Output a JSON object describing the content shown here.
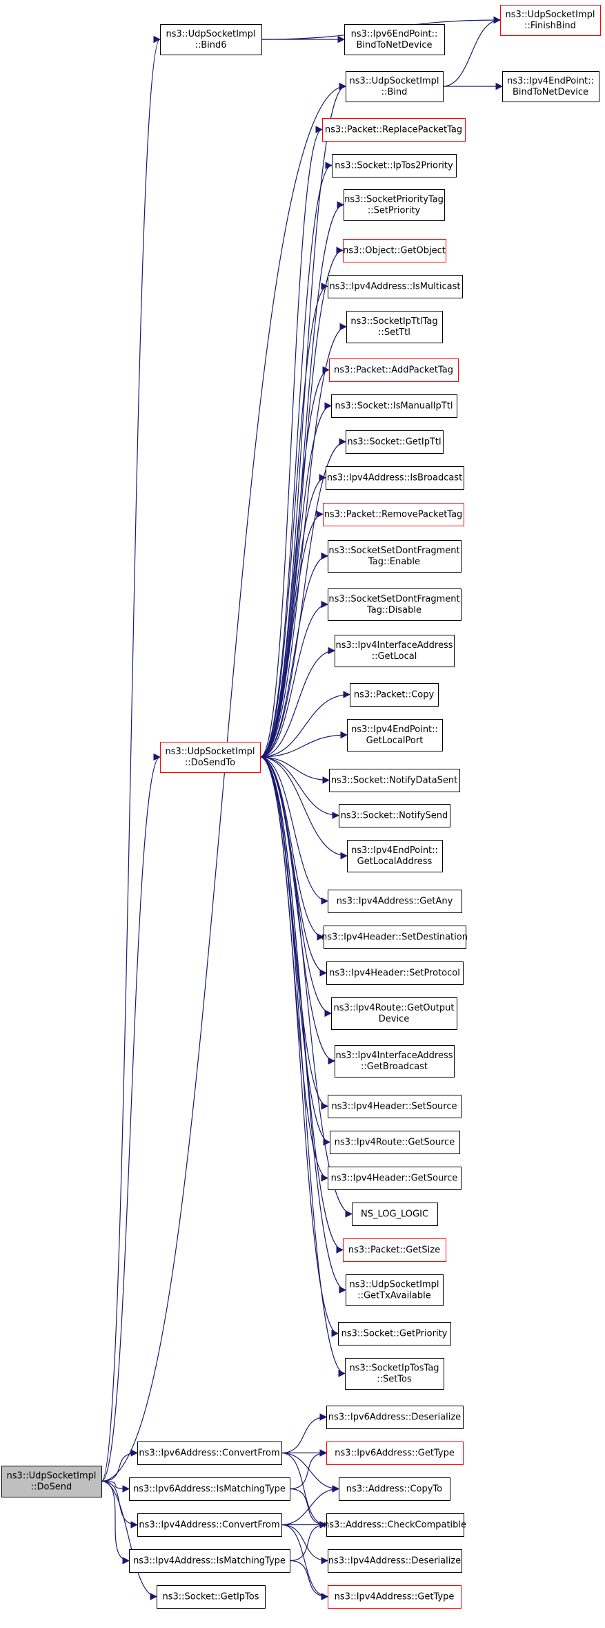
{
  "colors": {
    "edge": "#191970",
    "box_border_normal": "#000000",
    "box_border_truncated": "#ff0000",
    "root_fill": "#bfbfbf",
    "node_fill": "#ffffff"
  },
  "nodes": [
    {
      "id": "dosend",
      "lines": [
        "ns3::UdpSocketImpl",
        "::DoSend"
      ],
      "border": "black",
      "fill": "root"
    },
    {
      "id": "bind6",
      "lines": [
        "ns3::UdpSocketImpl",
        "::Bind6"
      ],
      "border": "black"
    },
    {
      "id": "finishbind",
      "lines": [
        "ns3::UdpSocketImpl",
        "::FinishBind"
      ],
      "border": "red"
    },
    {
      "id": "ipv6ep_bind",
      "lines": [
        "ns3::Ipv6EndPoint::",
        "BindToNetDevice"
      ],
      "border": "black"
    },
    {
      "id": "bind",
      "lines": [
        "ns3::UdpSocketImpl",
        "::Bind"
      ],
      "border": "black"
    },
    {
      "id": "ipv4ep_bind",
      "lines": [
        "ns3::Ipv4EndPoint::",
        "BindToNetDevice"
      ],
      "border": "black"
    },
    {
      "id": "replacetag",
      "lines": [
        "ns3::Packet::ReplacePacketTag"
      ],
      "border": "red"
    },
    {
      "id": "iptos2prio",
      "lines": [
        "ns3::Socket::IpTos2Priority"
      ],
      "border": "black"
    },
    {
      "id": "prio_set",
      "lines": [
        "ns3::SocketPriorityTag",
        "::SetPriority"
      ],
      "border": "black"
    },
    {
      "id": "getobject",
      "lines": [
        "ns3::Object::GetObject"
      ],
      "border": "red"
    },
    {
      "id": "ismulticast",
      "lines": [
        "ns3::Ipv4Address::IsMulticast"
      ],
      "border": "black"
    },
    {
      "id": "ipttl_set",
      "lines": [
        "ns3::SocketIpTtlTag",
        "::SetTtl"
      ],
      "border": "black"
    },
    {
      "id": "addtag",
      "lines": [
        "ns3::Packet::AddPacketTag"
      ],
      "border": "red"
    },
    {
      "id": "ismanual",
      "lines": [
        "ns3::Socket::IsManualIpTtl"
      ],
      "border": "black"
    },
    {
      "id": "getipttl",
      "lines": [
        "ns3::Socket::GetIpTtl"
      ],
      "border": "black"
    },
    {
      "id": "isbroadcast",
      "lines": [
        "ns3::Ipv4Address::IsBroadcast"
      ],
      "border": "black"
    },
    {
      "id": "removetag",
      "lines": [
        "ns3::Packet::RemovePacketTag"
      ],
      "border": "red"
    },
    {
      "id": "df_enable",
      "lines": [
        "ns3::SocketSetDontFragment",
        "Tag::Enable"
      ],
      "border": "black"
    },
    {
      "id": "df_disable",
      "lines": [
        "ns3::SocketSetDontFragment",
        "Tag::Disable"
      ],
      "border": "black"
    },
    {
      "id": "ifaddr_local",
      "lines": [
        "ns3::Ipv4InterfaceAddress",
        "::GetLocal"
      ],
      "border": "black"
    },
    {
      "id": "copy",
      "lines": [
        "ns3::Packet::Copy"
      ],
      "border": "black"
    },
    {
      "id": "localport",
      "lines": [
        "ns3::Ipv4EndPoint::",
        "GetLocalPort"
      ],
      "border": "black"
    },
    {
      "id": "dosendto",
      "lines": [
        "ns3::UdpSocketImpl",
        "::DoSendTo"
      ],
      "border": "red"
    },
    {
      "id": "notifydatasent",
      "lines": [
        "ns3::Socket::NotifyDataSent"
      ],
      "border": "black"
    },
    {
      "id": "notifysend",
      "lines": [
        "ns3::Socket::NotifySend"
      ],
      "border": "black"
    },
    {
      "id": "localaddr",
      "lines": [
        "ns3::Ipv4EndPoint::",
        "GetLocalAddress"
      ],
      "border": "black"
    },
    {
      "id": "getany",
      "lines": [
        "ns3::Ipv4Address::GetAny"
      ],
      "border": "black"
    },
    {
      "id": "setdest",
      "lines": [
        "ns3::Ipv4Header::SetDestination"
      ],
      "border": "black"
    },
    {
      "id": "setproto",
      "lines": [
        "ns3::Ipv4Header::SetProtocol"
      ],
      "border": "black"
    },
    {
      "id": "route_outdev",
      "lines": [
        "ns3::Ipv4Route::GetOutput",
        "Device"
      ],
      "border": "black"
    },
    {
      "id": "ifaddr_bcast",
      "lines": [
        "ns3::Ipv4InterfaceAddress",
        "::GetBroadcast"
      ],
      "border": "black"
    },
    {
      "id": "setsource",
      "lines": [
        "ns3::Ipv4Header::SetSource"
      ],
      "border": "black"
    },
    {
      "id": "route_getsource",
      "lines": [
        "ns3::Ipv4Route::GetSource"
      ],
      "border": "black"
    },
    {
      "id": "hdr_getsource",
      "lines": [
        "ns3::Ipv4Header::GetSource"
      ],
      "border": "black"
    },
    {
      "id": "nslog",
      "lines": [
        "NS_LOG_LOGIC"
      ],
      "border": "black"
    },
    {
      "id": "getsize",
      "lines": [
        "ns3::Packet::GetSize"
      ],
      "border": "red"
    },
    {
      "id": "txavail",
      "lines": [
        "ns3::UdpSocketImpl",
        "::GetTxAvailable"
      ],
      "border": "black"
    },
    {
      "id": "getpriority",
      "lines": [
        "ns3::Socket::GetPriority"
      ],
      "border": "black"
    },
    {
      "id": "iptos_set",
      "lines": [
        "ns3::SocketIpTosTag",
        "::SetTos"
      ],
      "border": "black"
    },
    {
      "id": "v6_deser",
      "lines": [
        "ns3::Ipv6Address::Deserialize"
      ],
      "border": "black"
    },
    {
      "id": "v6_conv",
      "lines": [
        "ns3::Ipv6Address::ConvertFrom"
      ],
      "border": "black"
    },
    {
      "id": "v6_gettype",
      "lines": [
        "ns3::Ipv6Address::GetType"
      ],
      "border": "red"
    },
    {
      "id": "v6_match",
      "lines": [
        "ns3::Ipv6Address::IsMatchingType"
      ],
      "border": "black"
    },
    {
      "id": "copyto",
      "lines": [
        "ns3::Address::CopyTo"
      ],
      "border": "black"
    },
    {
      "id": "v4_conv",
      "lines": [
        "ns3::Ipv4Address::ConvertFrom"
      ],
      "border": "black"
    },
    {
      "id": "checkcompat",
      "lines": [
        "ns3::Address::CheckCompatible"
      ],
      "border": "black"
    },
    {
      "id": "v4_match",
      "lines": [
        "ns3::Ipv4Address::IsMatchingType"
      ],
      "border": "black"
    },
    {
      "id": "v4_deser",
      "lines": [
        "ns3::Ipv4Address::Deserialize"
      ],
      "border": "black"
    },
    {
      "id": "getiptos",
      "lines": [
        "ns3::Socket::GetIpTos"
      ],
      "border": "black"
    },
    {
      "id": "v4_gettype",
      "lines": [
        "ns3::Ipv4Address::GetType"
      ],
      "border": "red"
    }
  ],
  "edges": [
    [
      "dosend",
      "bind6"
    ],
    [
      "dosend",
      "bind"
    ],
    [
      "dosend",
      "dosendto"
    ],
    [
      "dosend",
      "v6_conv"
    ],
    [
      "dosend",
      "v6_match"
    ],
    [
      "dosend",
      "v4_conv"
    ],
    [
      "dosend",
      "v4_match"
    ],
    [
      "dosend",
      "getiptos"
    ],
    [
      "bind6",
      "finishbind"
    ],
    [
      "bind6",
      "ipv6ep_bind"
    ],
    [
      "bind",
      "finishbind"
    ],
    [
      "bind",
      "ipv4ep_bind"
    ],
    [
      "dosendto",
      "bind"
    ],
    [
      "dosendto",
      "replacetag"
    ],
    [
      "dosendto",
      "iptos2prio"
    ],
    [
      "dosendto",
      "prio_set"
    ],
    [
      "dosendto",
      "getobject"
    ],
    [
      "dosendto",
      "ismulticast"
    ],
    [
      "dosendto",
      "ipttl_set"
    ],
    [
      "dosendto",
      "addtag"
    ],
    [
      "dosendto",
      "ismanual"
    ],
    [
      "dosendto",
      "getipttl"
    ],
    [
      "dosendto",
      "isbroadcast"
    ],
    [
      "dosendto",
      "removetag"
    ],
    [
      "dosendto",
      "df_enable"
    ],
    [
      "dosendto",
      "df_disable"
    ],
    [
      "dosendto",
      "ifaddr_local"
    ],
    [
      "dosendto",
      "copy"
    ],
    [
      "dosendto",
      "localport"
    ],
    [
      "dosendto",
      "notifydatasent"
    ],
    [
      "dosendto",
      "notifysend"
    ],
    [
      "dosendto",
      "localaddr"
    ],
    [
      "dosendto",
      "getany"
    ],
    [
      "dosendto",
      "setdest"
    ],
    [
      "dosendto",
      "setproto"
    ],
    [
      "dosendto",
      "route_outdev"
    ],
    [
      "dosendto",
      "ifaddr_bcast"
    ],
    [
      "dosendto",
      "setsource"
    ],
    [
      "dosendto",
      "route_getsource"
    ],
    [
      "dosendto",
      "hdr_getsource"
    ],
    [
      "dosendto",
      "nslog"
    ],
    [
      "dosendto",
      "getsize"
    ],
    [
      "dosendto",
      "txavail"
    ],
    [
      "dosendto",
      "getpriority"
    ],
    [
      "dosendto",
      "iptos_set"
    ],
    [
      "v6_conv",
      "v6_deser"
    ],
    [
      "v6_conv",
      "v6_gettype"
    ],
    [
      "v6_conv",
      "copyto"
    ],
    [
      "v6_conv",
      "checkcompat"
    ],
    [
      "v6_match",
      "v6_gettype"
    ],
    [
      "v6_match",
      "checkcompat"
    ],
    [
      "v4_conv",
      "copyto"
    ],
    [
      "v4_conv",
      "checkcompat"
    ],
    [
      "v4_conv",
      "v4_deser"
    ],
    [
      "v4_conv",
      "v4_gettype"
    ],
    [
      "v4_match",
      "checkcompat"
    ],
    [
      "v4_match",
      "v4_gettype"
    ]
  ]
}
